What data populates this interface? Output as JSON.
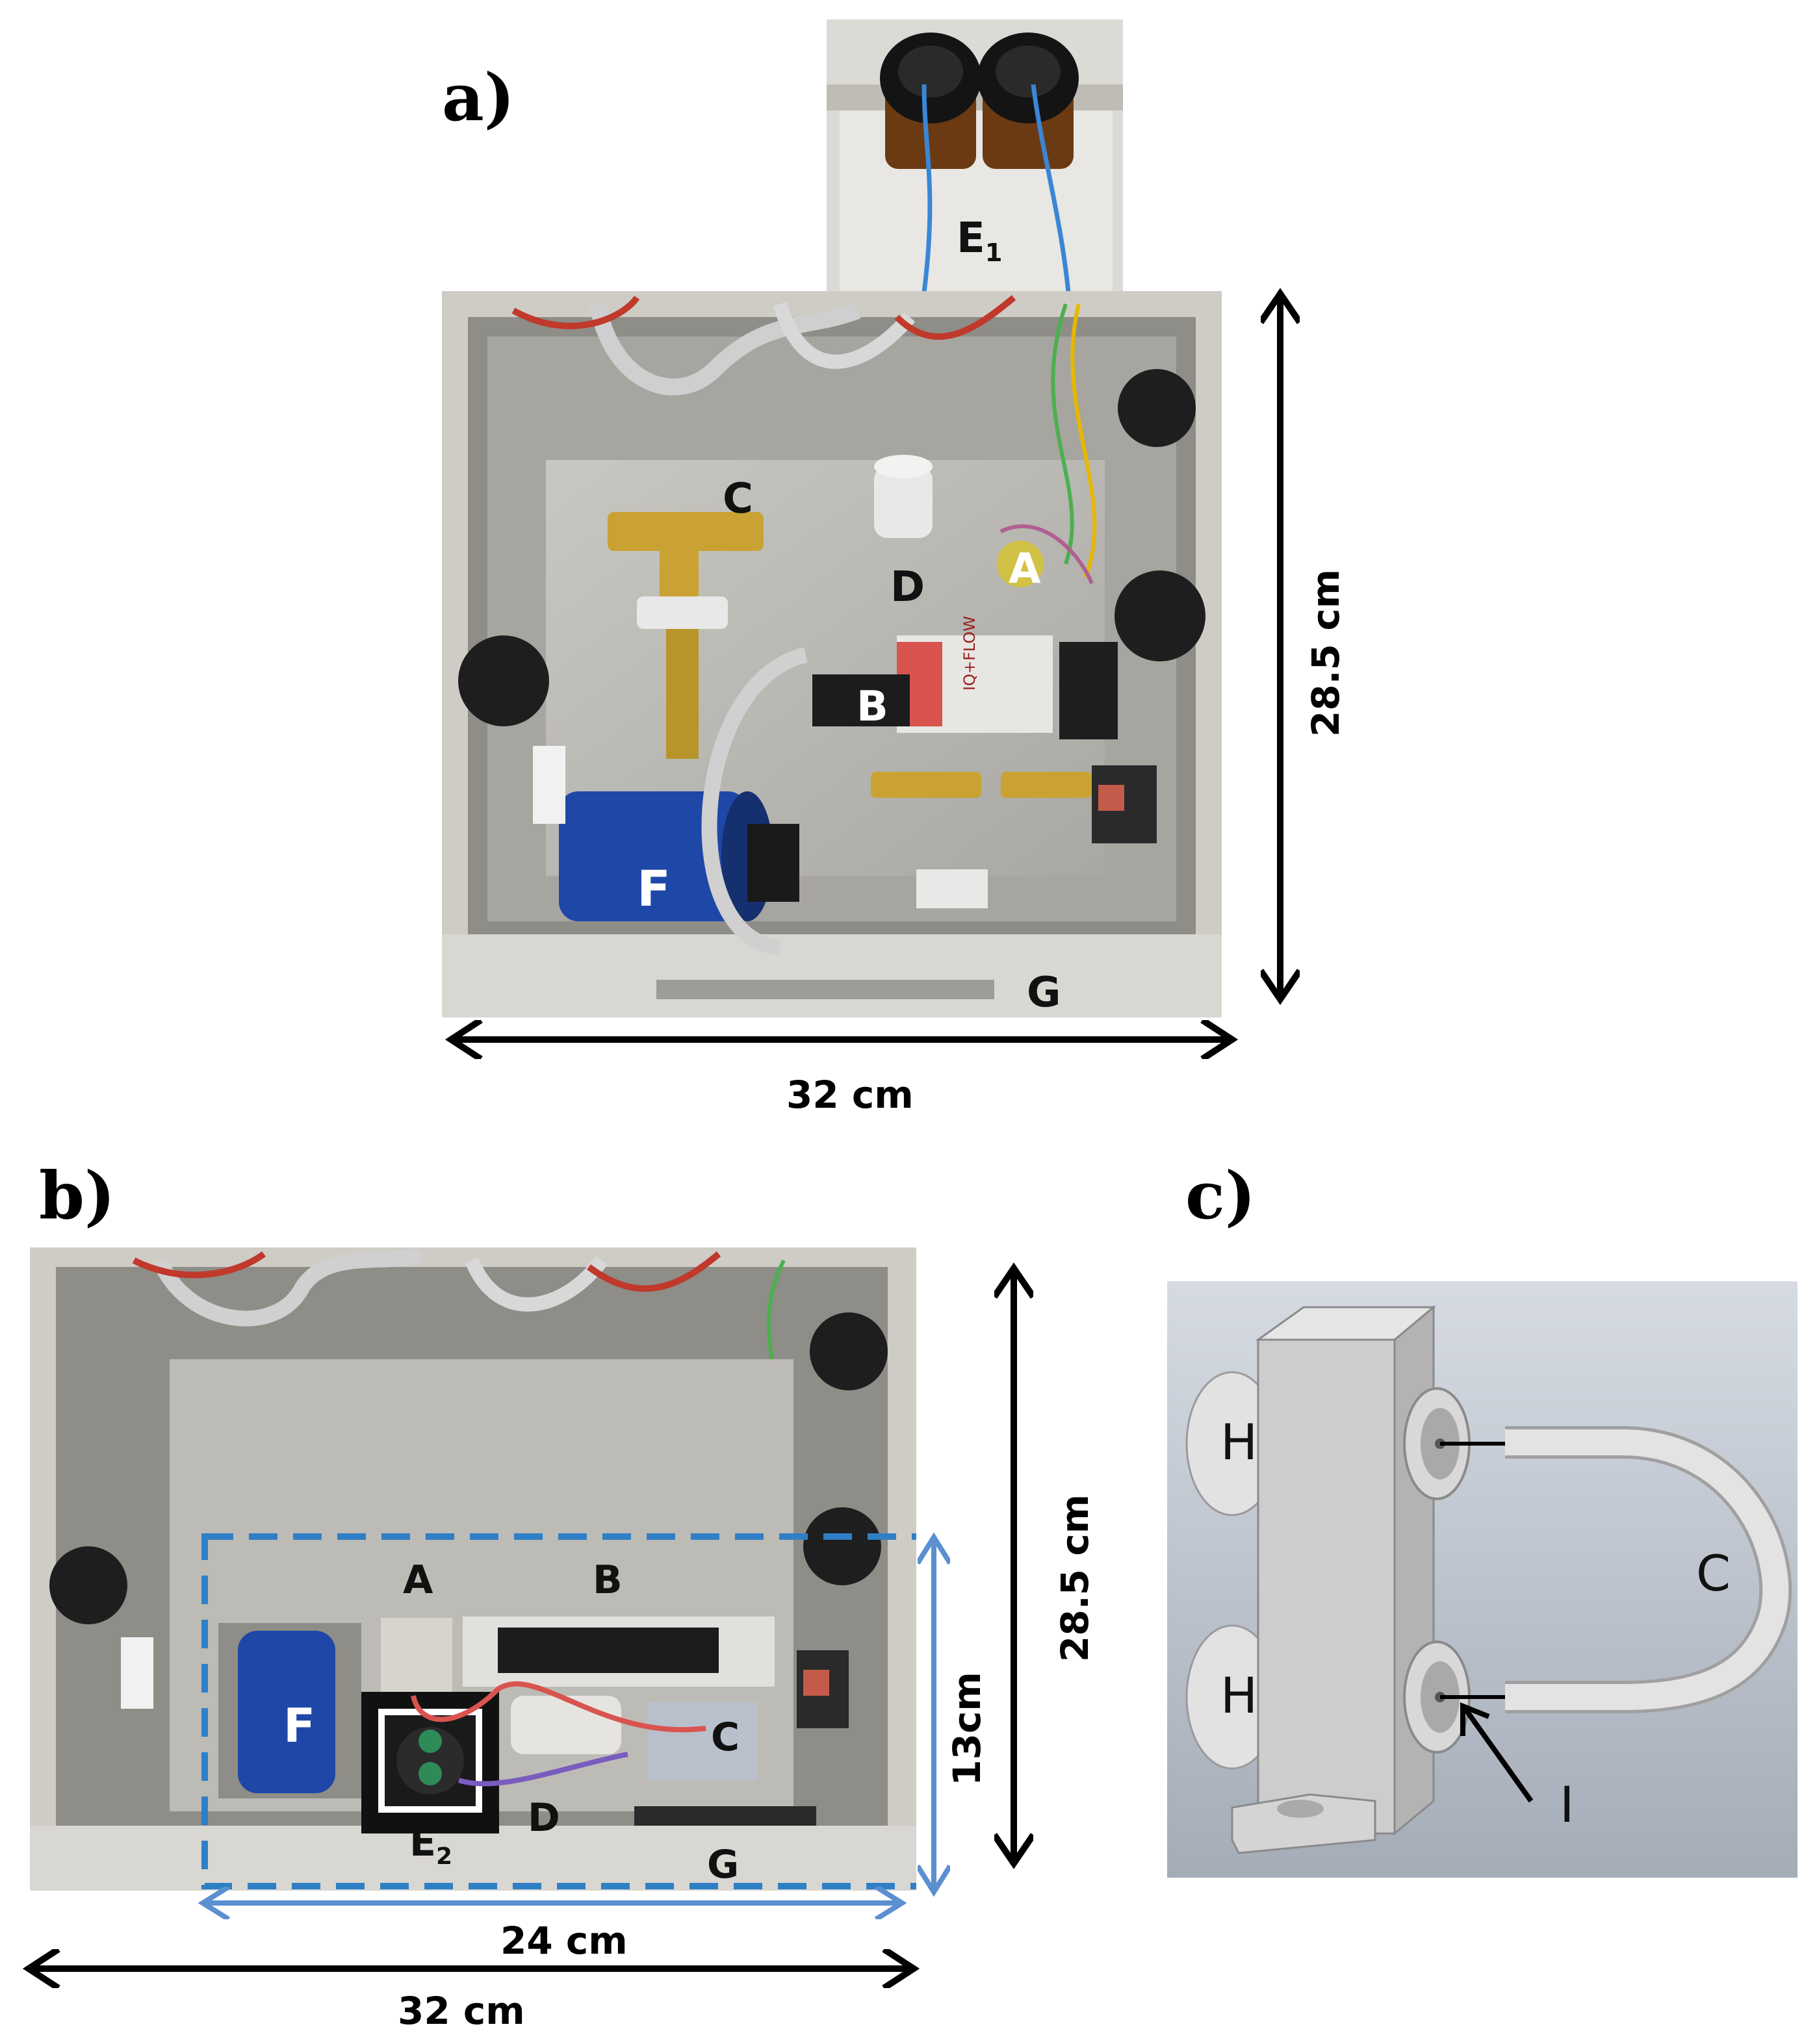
{
  "panels": {
    "a": {
      "label": "a)",
      "parts": {
        "E1": {
          "base": "E",
          "sub": "1"
        },
        "C": "C",
        "A": "A",
        "D": "D",
        "B": "B",
        "F": "F",
        "G": "G"
      },
      "sensor_text": "IQ+FLOW",
      "dim_width": "32 cm",
      "dim_height": "28.5 cm"
    },
    "b": {
      "label": "b)",
      "parts": {
        "A": "A",
        "B": "B",
        "F": "F",
        "C": "C",
        "D": "D",
        "E2": {
          "base": "E",
          "sub": "2"
        },
        "G": "G"
      },
      "dim_inner_width": "24 cm",
      "dim_outer_width": "32 cm",
      "dim_inner_height": "13cm",
      "dim_outer_height": "28.5 cm"
    },
    "c": {
      "label": "c)",
      "parts": {
        "H_top": "H",
        "H_bottom": "H",
        "C": "C",
        "I": "I"
      }
    }
  },
  "colors": {
    "arrow_black": "#000000",
    "arrow_blue": "#5b8fd0",
    "dashed_box": "#2f7fc6",
    "housing_grey": "#c9c7c2",
    "cover_grey": "#bdbbb5",
    "filter_blue": "#1f47a8",
    "render_bg_top": "#d6dbe3",
    "render_bg_bottom": "#a4acb8",
    "block_grey": "#cdcdcd"
  }
}
